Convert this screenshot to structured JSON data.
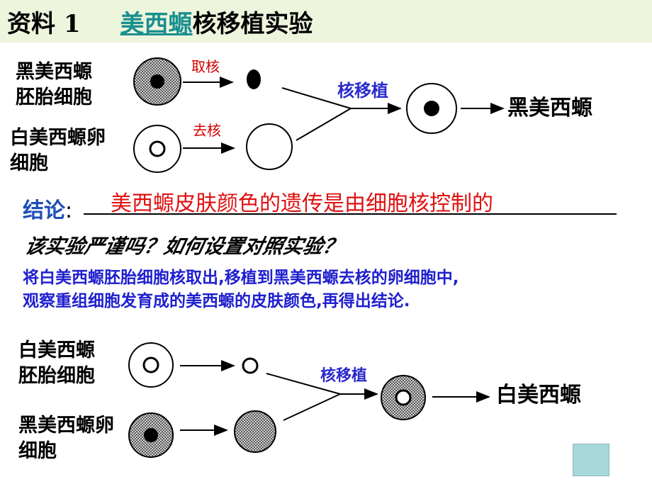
{
  "title": {
    "prefix": "资料 1",
    "highlight": "美西螈",
    "suffix": "核移植实验"
  },
  "experiment1": {
    "donor_label_1": "黑美西螈",
    "donor_label_2": "胚胎细胞",
    "recipient_label_1": "白美西螈卵",
    "recipient_label_2": "细胞",
    "step_take_nucleus": "取核",
    "step_remove_nucleus": "去核",
    "step_transfer": "核移植",
    "result": "黑美西螈"
  },
  "conclusion": {
    "label": "结论",
    "colon": ":",
    "text": "美西螈皮肤颜色的遗传是由细胞核控制的"
  },
  "question": "该实验严谨吗？如何设置对照实验？",
  "answer": {
    "line1": "将白美西螈胚胎细胞核取出,移植到黑美西螈去核的卵细胞中,",
    "line2": "观察重组细胞发育成的美西螈的皮肤颜色,再得出结论."
  },
  "experiment2": {
    "donor_label_1": "白美西螈",
    "donor_label_2": "胚胎细胞",
    "recipient_label_1": "黑美西螈卵",
    "recipient_label_2": "细胞",
    "step_transfer": "核移植",
    "result": "白美西螈"
  },
  "colors": {
    "banner": "#eef5dd",
    "highlight": "#1a8f8f",
    "red": "#e01010",
    "blue": "#2020d0",
    "conclusion_label": "#1d4fb8"
  }
}
